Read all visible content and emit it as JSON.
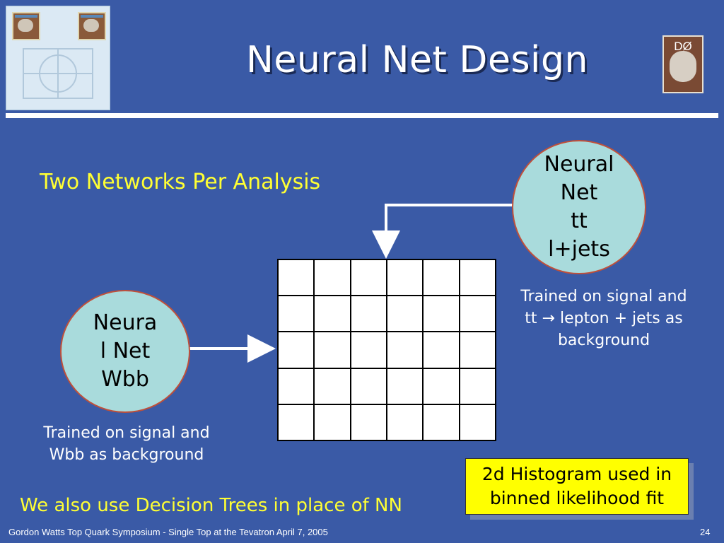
{
  "title": "Neural Net Design",
  "subtitle": "Two Networks Per Analysis",
  "logo_label": "DØ",
  "nets": {
    "tt": {
      "lines": [
        "Neural",
        "Net",
        "tt",
        "l+jets"
      ],
      "caption_lines": [
        "Trained on signal and",
        "tt → lepton + jets as",
        "background"
      ]
    },
    "wbb": {
      "lines": [
        "Neura",
        "l Net",
        "Wbb"
      ],
      "caption_lines": [
        "Trained on signal and",
        "Wbb as background"
      ]
    }
  },
  "histogram_box": {
    "lines": [
      "2d Histogram used in",
      "binned likelihood fit"
    ]
  },
  "note": "We also use Decision Trees in place of NN",
  "footer": {
    "text": "Gordon Watts Top Quark Symposium - Single Top at the Tevatron April 7, 2005",
    "page": "24"
  },
  "colors": {
    "background": "#3a5aa6",
    "accent": "#ffff33",
    "circle": "#a9dbdc",
    "box": "#ffff00"
  }
}
